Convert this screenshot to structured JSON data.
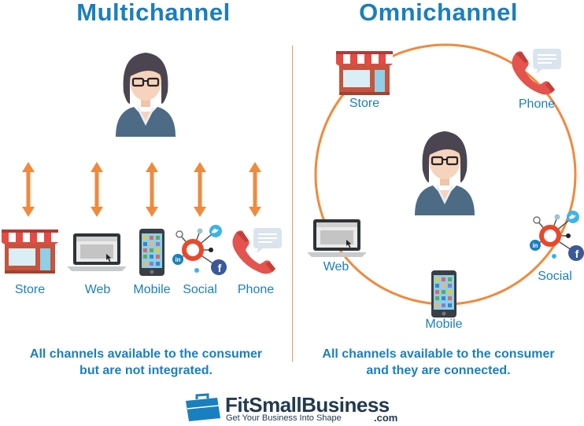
{
  "multichannel": {
    "title": "Multichannel",
    "channels": [
      "Store",
      "Web",
      "Mobile",
      "Social",
      "Phone"
    ],
    "caption_line1": "All channels available to the consumer",
    "caption_line2": "but are not integrated."
  },
  "omnichannel": {
    "title": "Omnichannel",
    "channels": {
      "store": "Store",
      "phone": "Phone",
      "web": "Web",
      "social": "Social",
      "mobile": "Mobile"
    },
    "caption_line1": "All channels available to the consumer",
    "caption_line2": "and they are connected."
  },
  "logo": {
    "name": "FitSmallBusiness",
    "tagline": "Get Your Business Into Shape",
    "suffix": ".com"
  },
  "colors": {
    "title_blue": "#1a7fbe",
    "arrow_orange": "#f08a3c",
    "circle_orange": "#f08a3c",
    "suit": "#4d6b85",
    "hair": "#4a4550",
    "skin": "#f6d3bd"
  }
}
